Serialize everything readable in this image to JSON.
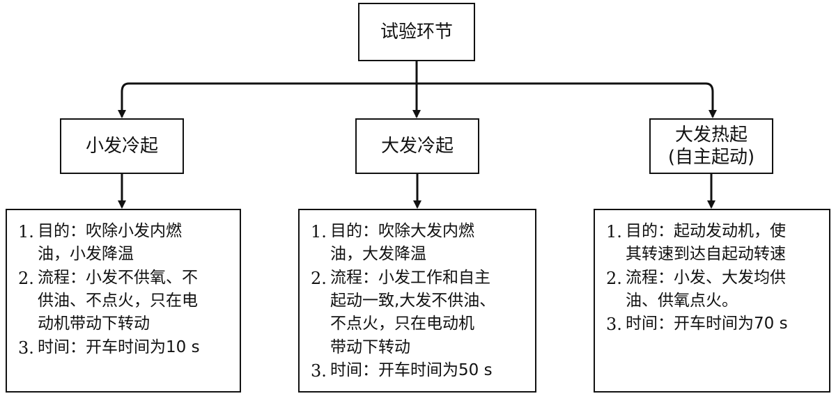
{
  "root": {
    "label": "试验环节"
  },
  "phases": [
    {
      "title_lines": [
        "小发冷起"
      ],
      "items": [
        {
          "number": "1.",
          "lines": [
            "目的：吹除小发内燃",
            "油，小发降温"
          ]
        },
        {
          "number": "2.",
          "lines": [
            "流程：小发不供氧、不",
            "供油、不点火，只在电",
            "动机带动下转动"
          ]
        },
        {
          "number": "3.",
          "lines": [
            "时间：开车时间为10 s"
          ]
        }
      ]
    },
    {
      "title_lines": [
        "大发冷起"
      ],
      "items": [
        {
          "number": "1.",
          "lines": [
            "目的：吹除大发内燃",
            "油，大发降温"
          ]
        },
        {
          "number": "2.",
          "lines": [
            "流程：小发工作和自主",
            "起动一致,大发不供油、",
            "不点火，只在电动机",
            "带动下转动"
          ]
        },
        {
          "number": "3.",
          "lines": [
            "时间：开车时间为50 s"
          ]
        }
      ]
    },
    {
      "title_lines": [
        "大发热起",
        "(自主起动)"
      ],
      "items": [
        {
          "number": "1.",
          "lines": [
            "目的：起动发动机，使",
            "其转速到达自起动转速"
          ]
        },
        {
          "number": "2.",
          "lines": [
            "流程：小发、大发均供",
            "油、供氧点火。"
          ]
        },
        {
          "number": "3.",
          "lines": [
            "时间：开车时间为70 s"
          ]
        }
      ]
    }
  ]
}
